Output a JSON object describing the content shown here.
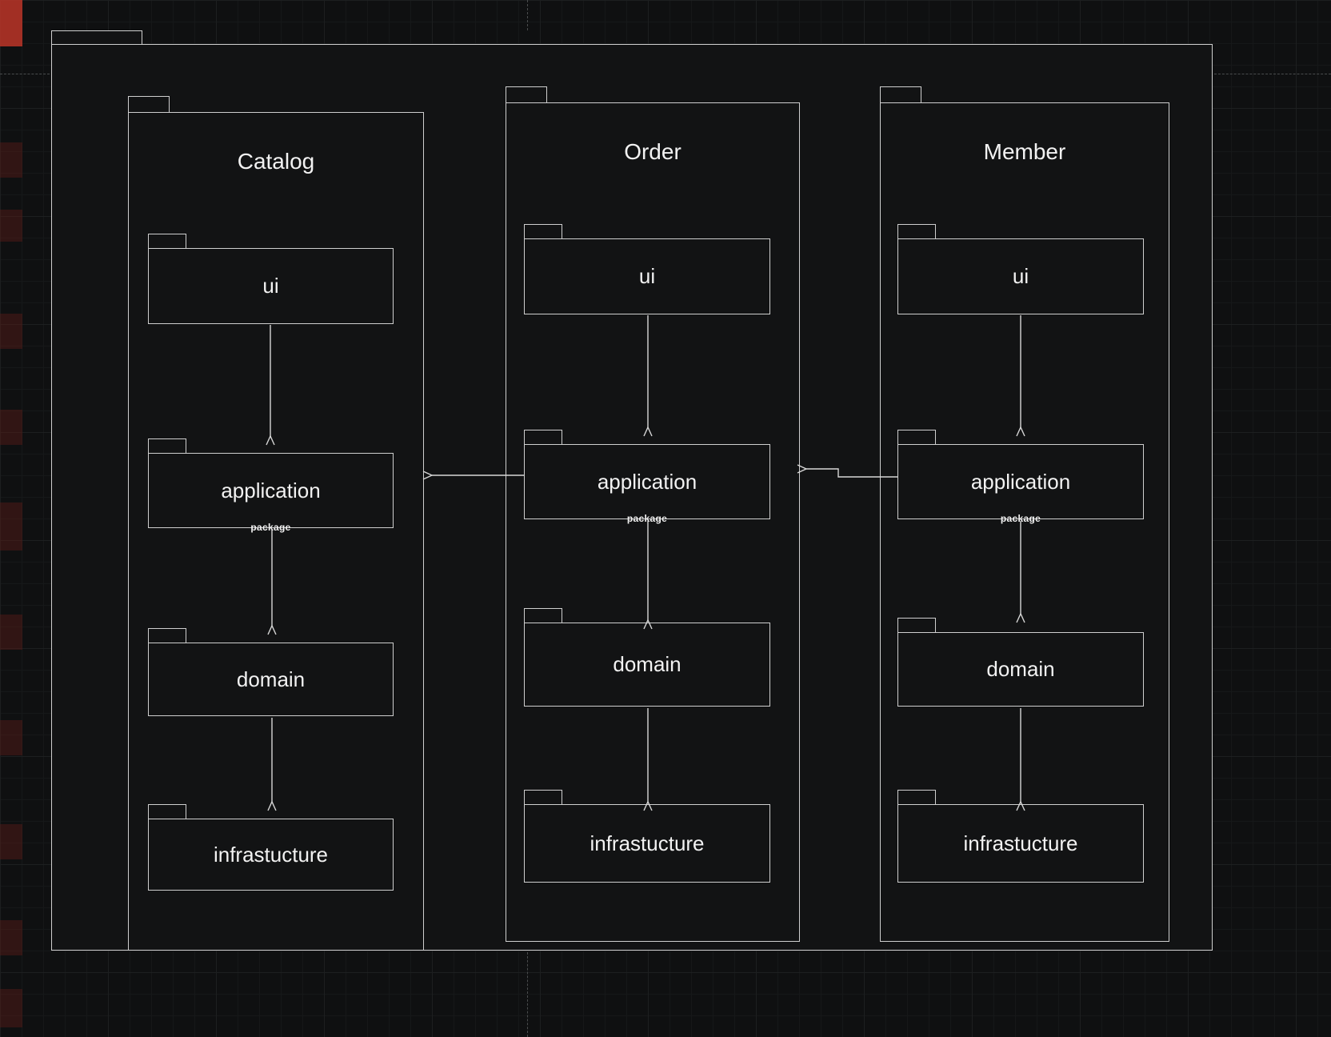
{
  "canvas": {
    "background": "#0f1011",
    "grid_minor": "#161819",
    "grid_major": "#1d1f20",
    "stroke": "#cfcfcf",
    "text_color": "#f2f2f2",
    "accent_red": "#b23327"
  },
  "diagram": {
    "columns": [
      {
        "title": "Catalog",
        "stereotype": "package",
        "layers": [
          "ui",
          "application",
          "domain",
          "infrastucture"
        ]
      },
      {
        "title": "Order",
        "stereotype": "package",
        "layers": [
          "ui",
          "application",
          "domain",
          "infrastucture"
        ]
      },
      {
        "title": "Member",
        "stereotype": "package",
        "layers": [
          "ui",
          "application",
          "domain",
          "infrastucture"
        ]
      }
    ]
  }
}
